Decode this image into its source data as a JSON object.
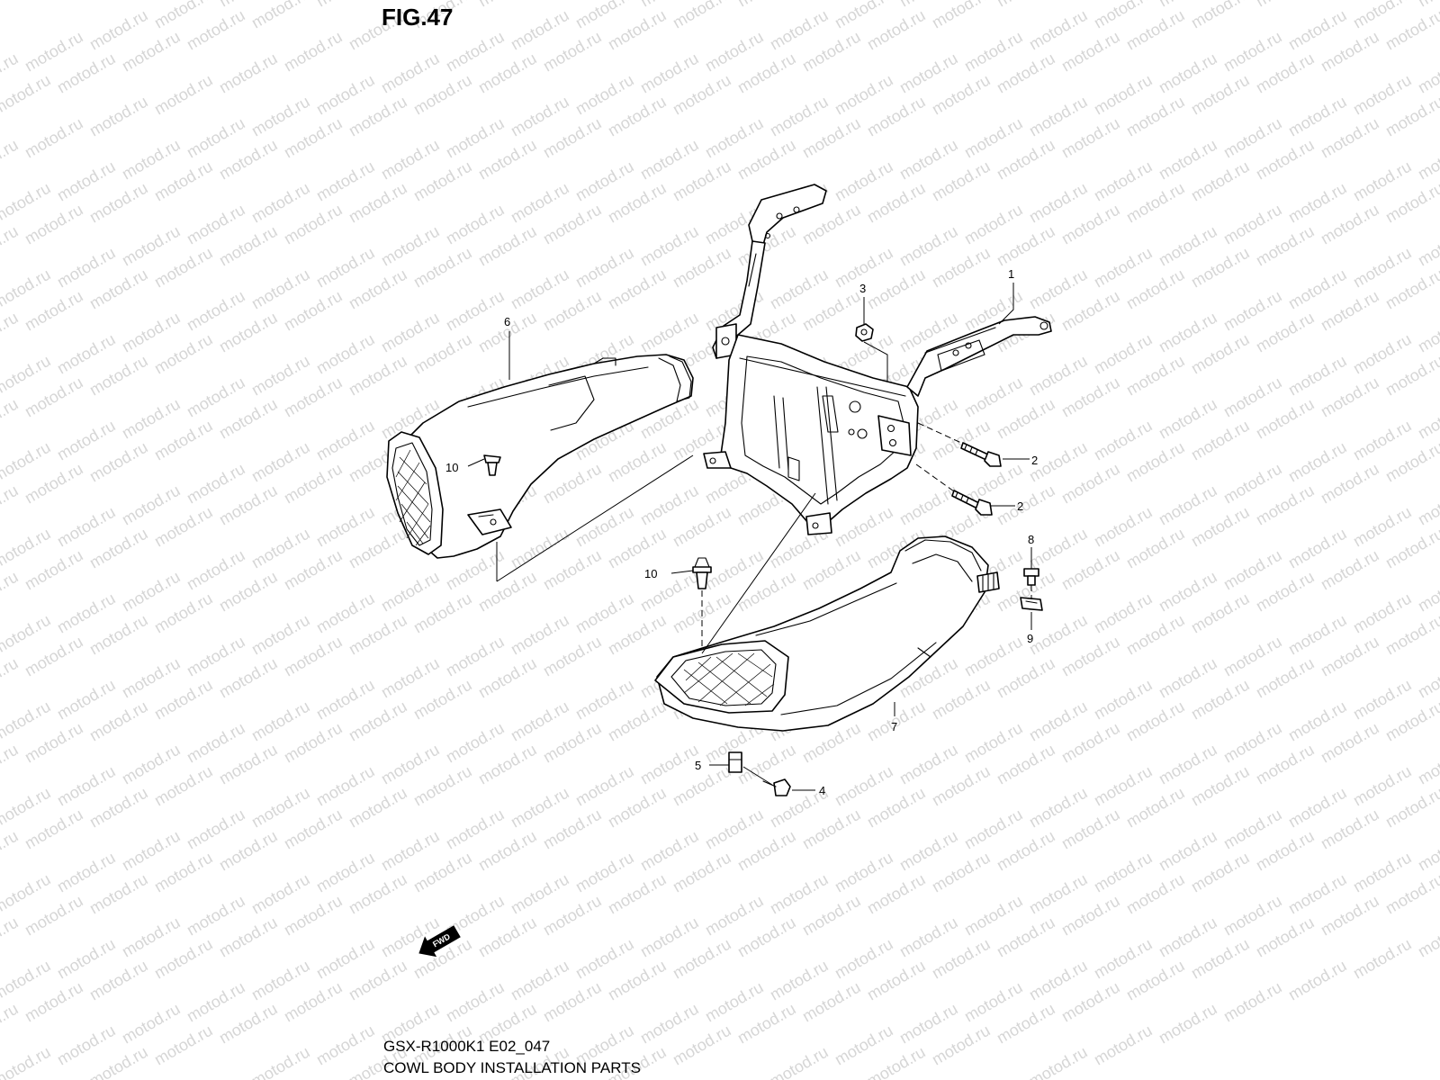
{
  "figure": {
    "title": "FIG.47",
    "caption_code": "GSX-R1000K1 E02_047",
    "caption_name": "COWL BODY INSTALLATION PARTS",
    "watermark": "motod.ru",
    "direction_label": "FWD"
  },
  "callouts": [
    {
      "id": "c1",
      "label": "1"
    },
    {
      "id": "c2a",
      "label": "2"
    },
    {
      "id": "c2b",
      "label": "2"
    },
    {
      "id": "c3",
      "label": "3"
    },
    {
      "id": "c4",
      "label": "4"
    },
    {
      "id": "c5",
      "label": "5"
    },
    {
      "id": "c6",
      "label": "6"
    },
    {
      "id": "c7",
      "label": "7"
    },
    {
      "id": "c8",
      "label": "8"
    },
    {
      "id": "c9",
      "label": "9"
    },
    {
      "id": "c10a",
      "label": "10"
    },
    {
      "id": "c10b",
      "label": "10"
    }
  ],
  "colors": {
    "line": "#000000",
    "background": "#ffffff",
    "watermark": "#d6d6d6"
  }
}
